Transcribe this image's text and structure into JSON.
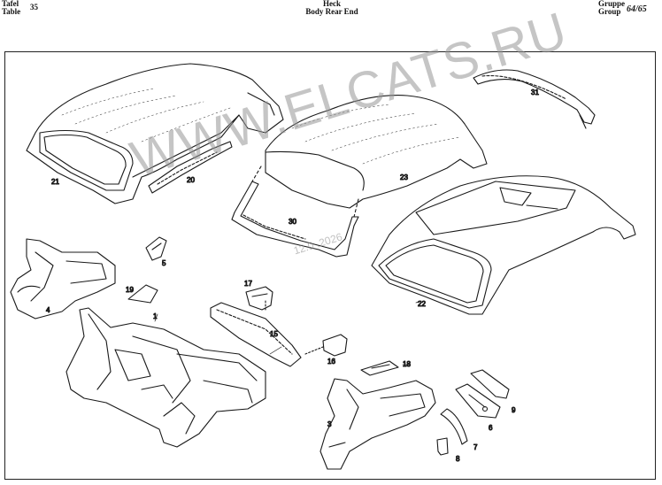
{
  "header": {
    "table_de": "Tafel",
    "table_en": "Table",
    "table_number": "35",
    "title_de": "Heck",
    "title_en": "Body Rear End",
    "group_de": "Gruppe",
    "group_en": "Group",
    "group_number": "64/65"
  },
  "watermark": {
    "text": "WWW.ELCATS.RU",
    "date": "12.0 .2026"
  },
  "parts": [
    {
      "label": "1"
    },
    {
      "label": "3"
    },
    {
      "label": "4"
    },
    {
      "label": "5"
    },
    {
      "label": "6"
    },
    {
      "label": "7"
    },
    {
      "label": "8"
    },
    {
      "label": "9"
    },
    {
      "label": "15"
    },
    {
      "label": "16"
    },
    {
      "label": "17"
    },
    {
      "label": "18"
    },
    {
      "label": "19"
    },
    {
      "label": "20"
    },
    {
      "label": "21"
    },
    {
      "label": "22"
    },
    {
      "label": "23"
    },
    {
      "label": "30"
    },
    {
      "label": "31"
    }
  ]
}
